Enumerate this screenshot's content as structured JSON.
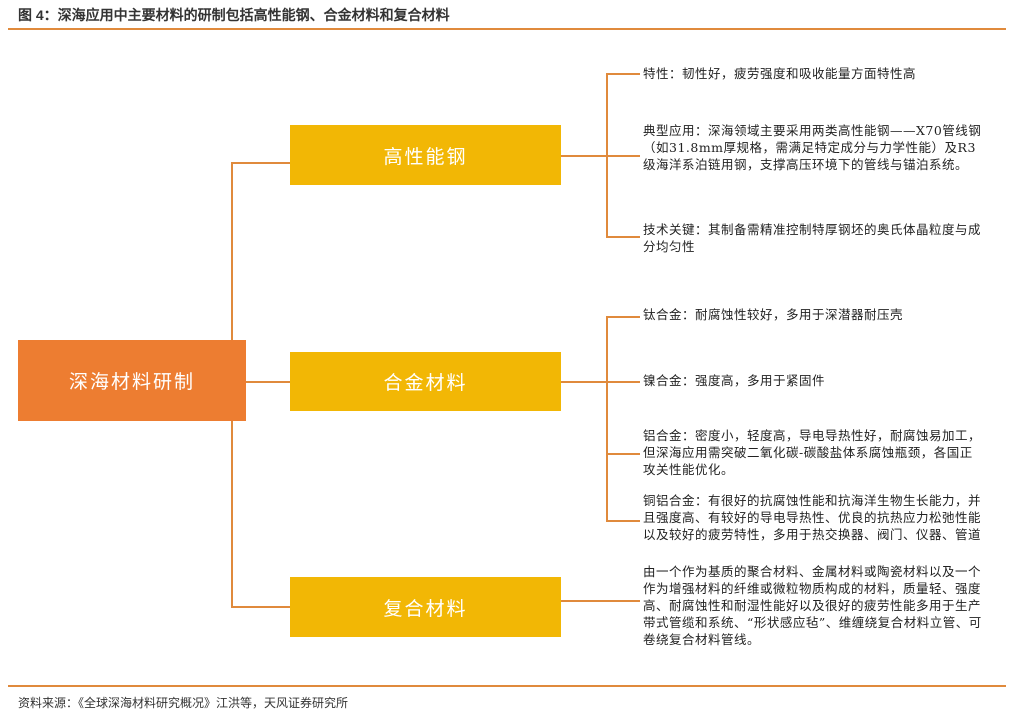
{
  "title": "图 4：深海应用中主要材料的研制包括高性能钢、合金材料和复合材料",
  "root": "深海材料研制",
  "branches": [
    {
      "label": "高性能钢",
      "items": [
        "特性：韧性好，疲劳强度和吸收能量方面特性高",
        "典型应用：深海领域主要采用两类高性能钢——X70管线钢（如31.8mm厚规格，需满足特定成分与力学性能）及R3级海洋系泊链用钢，支撑高压环境下的管线与锚泊系统。",
        "技术关键：其制备需精准控制特厚钢坯的奥氏体晶粒度与成分均匀性"
      ]
    },
    {
      "label": "合金材料",
      "items": [
        "钛合金：耐腐蚀性较好，多用于深潜器耐压壳",
        "镍合金：强度高，多用于紧固件",
        "铝合金：密度小，轻度高，导电导热性好，耐腐蚀易加工，但深海应用需突破二氧化碳-碳酸盐体系腐蚀瓶颈，各国正攻关性能优化。",
        "铜铝合金：有很好的抗腐蚀性能和抗海洋生物生长能力，并且强度高、有较好的导电导热性、优良的抗热应力松弛性能以及较好的疲劳特性，多用于热交换器、阀门、仪器、管道"
      ]
    },
    {
      "label": "复合材料",
      "items": [
        "由一个作为基质的聚合材料、金属材料或陶瓷材料以及一个作为增强材料的纤维或微粒物质构成的材料，质量轻、强度高、耐腐蚀性和耐湿性能好以及很好的疲劳性能多用于生产带式管缆和系统、“形状感应毡”、维缠绕复合材料立管、可卷绕复合材料管线。"
      ]
    }
  ],
  "source": "资料来源：《全球深海材料研究概况》江洪等，天风证券研究所",
  "colors": {
    "root": "#ED7D31",
    "branch": "#F2B705",
    "line": "#E08A3C"
  }
}
